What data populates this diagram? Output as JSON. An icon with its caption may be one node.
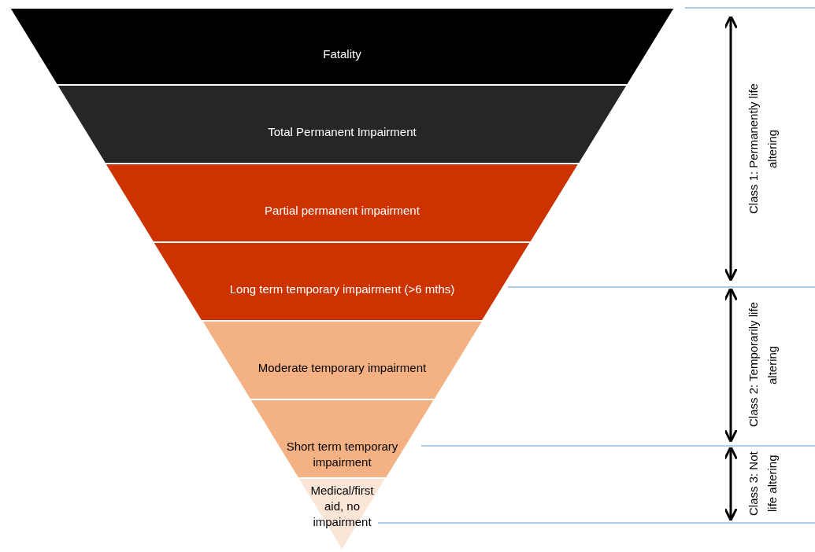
{
  "diagram": {
    "nodes": [
      {
        "text": [
          "Fatality"
        ]
      },
      {
        "text": [
          "Total Permanent Impairment"
        ]
      },
      {
        "text": [
          "Partial permanent impairment"
        ]
      },
      {
        "text": [
          "Long term temporary impairment (>6 mths)"
        ]
      },
      {
        "text": [
          "Moderate temporary impairment"
        ]
      },
      {
        "text": [
          "Short term temporary impairment"
        ]
      },
      {
        "text": [
          "Medical/first aid, no impairment"
        ]
      }
    ],
    "labels": [
      "Class 1: Permanently life altering",
      "Class 2: Temporarily life altering",
      "Class 3: Not life altering"
    ]
  }
}
